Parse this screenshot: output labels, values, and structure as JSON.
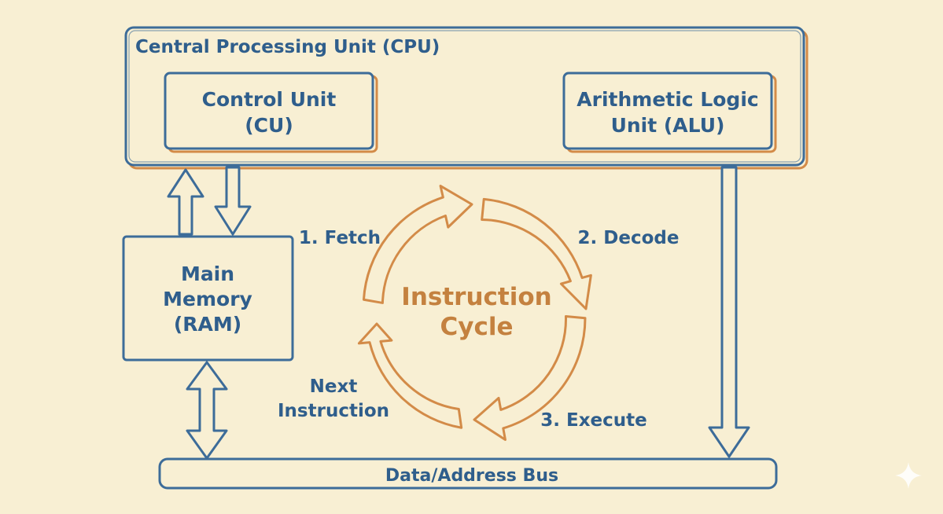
{
  "colors": {
    "background": "#f8efd3",
    "blue": "#3d6c99",
    "orange": "#d38b48",
    "text_blue": "#2f5e8c",
    "text_orange": "#c4813f"
  },
  "cpu": {
    "title": "Central Processing Unit (CPU)"
  },
  "control_unit": {
    "line1": "Control Unit",
    "line2": "(CU)"
  },
  "alu": {
    "line1": "Arithmetic Logic",
    "line2": "Unit (ALU)"
  },
  "memory": {
    "line1": "Main",
    "line2": "Memory",
    "line3": "(RAM)"
  },
  "bus": {
    "label": "Data/Address Bus"
  },
  "cycle": {
    "title_line1": "Instruction",
    "title_line2": "Cycle",
    "steps": {
      "fetch": "1. Fetch",
      "decode": "2. Decode",
      "execute": "3. Execute",
      "next_line1": "Next",
      "next_line2": "Instruction"
    }
  },
  "icons": {
    "corner": "sparkle-icon"
  }
}
